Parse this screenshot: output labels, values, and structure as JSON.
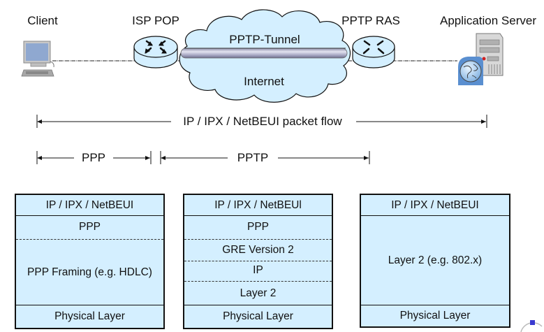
{
  "nodes": {
    "client": "Client",
    "isp_pop": "ISP POP",
    "pptp_ras": "PPTP RAS",
    "app_server": "Application Server"
  },
  "cloud": {
    "tunnel_label": "PPTP-Tunnel",
    "internet_label": "Internet"
  },
  "flows": {
    "packet_flow": "IP / IPX / NetBEUI packet flow",
    "ppp": "PPP",
    "pptp": "PPTP"
  },
  "stacks": {
    "client": [
      "IP / IPX / NetBEUI",
      "PPP",
      "PPP Framing (e.g. HDLC)",
      "Physical Layer"
    ],
    "isp": [
      "IP / IPX / NetBEUl",
      "PPP",
      "GRE Version 2",
      "IP",
      "Layer 2",
      "Physical Layer"
    ],
    "server": [
      "IP / IPX / NetBEUI",
      "Layer 2 (e.g. 802.x)",
      "Physical Layer"
    ]
  },
  "colors": {
    "box_fill": "#d4efff",
    "cloud_fill": "#d4efff",
    "router_fill": "#d4efff"
  }
}
